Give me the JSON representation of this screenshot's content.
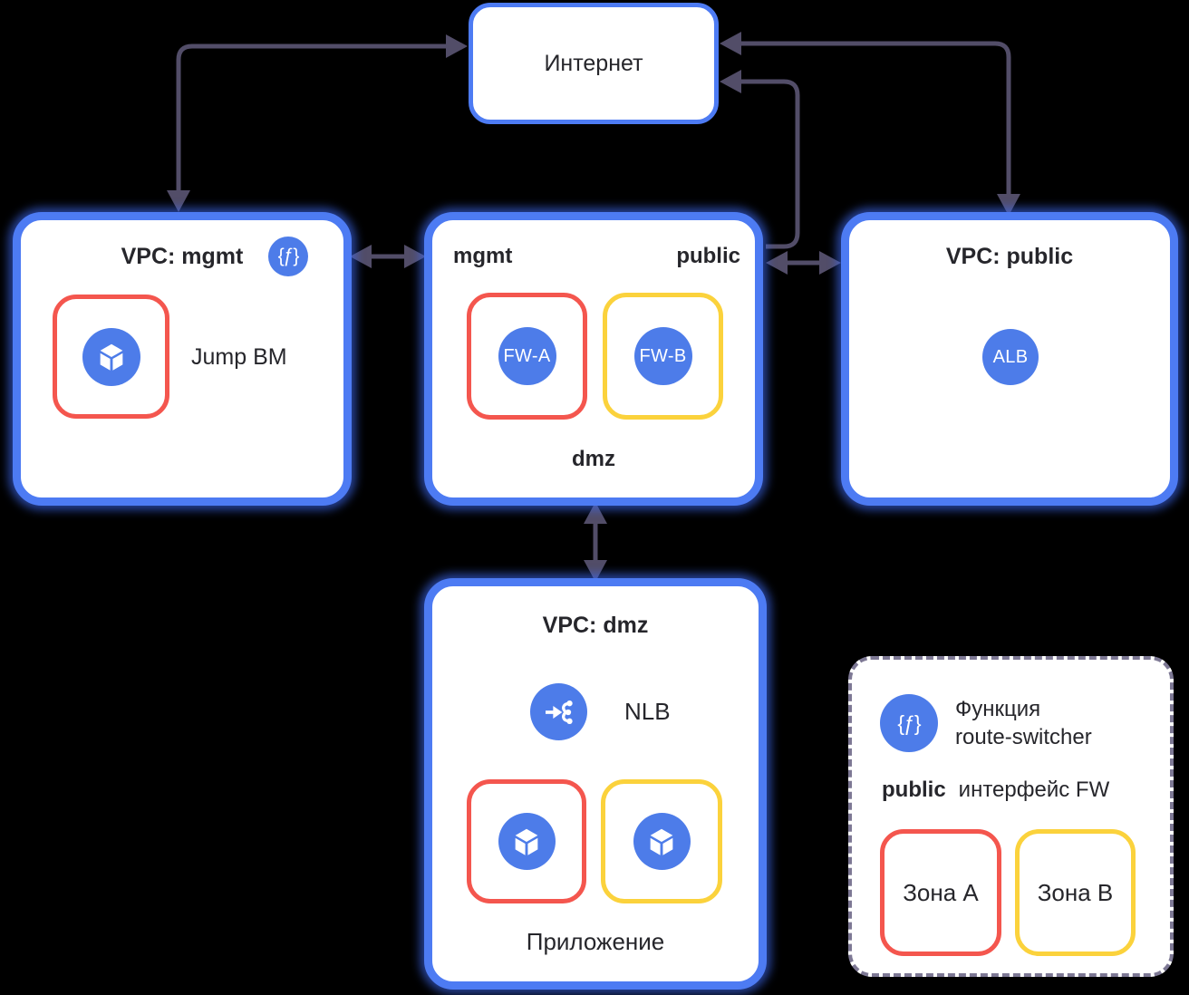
{
  "colors": {
    "background": "#000000",
    "surface": "#ffffff",
    "box_border_blue": "#4d7bf3",
    "circle_blue": "#4d7ce9",
    "zone_a_red": "#f4564e",
    "zone_b_yellow": "#fbd23c",
    "arrow": "#524d68",
    "text": "#26262b",
    "legend_dash": "#7d7894"
  },
  "internet": {
    "label": "Интернет"
  },
  "vpc_mgmt": {
    "title": "VPC: mgmt",
    "function_icon_glyph": "{ƒ}",
    "jump_vm": {
      "label": "Jump ВМ"
    }
  },
  "fw_segment": {
    "subnet_left": "mgmt",
    "subnet_right": "public",
    "subnet_bottom": "dmz",
    "fw_a": {
      "label": "FW-A"
    },
    "fw_b": {
      "label": "FW-B"
    }
  },
  "vpc_public": {
    "title": "VPC: public",
    "alb": {
      "label": "ALB"
    }
  },
  "vpc_dmz": {
    "title": "VPC: dmz",
    "nlb": {
      "label": "NLB"
    },
    "app": {
      "label": "Приложение"
    }
  },
  "legend": {
    "function_icon_glyph": "{ƒ}",
    "function_line1": "Функция",
    "function_line2": "route-switcher",
    "interface_key": "public",
    "interface_text": "интерфейс FW",
    "zone_a": {
      "label": "Зона A"
    },
    "zone_b": {
      "label": "Зона B"
    }
  }
}
